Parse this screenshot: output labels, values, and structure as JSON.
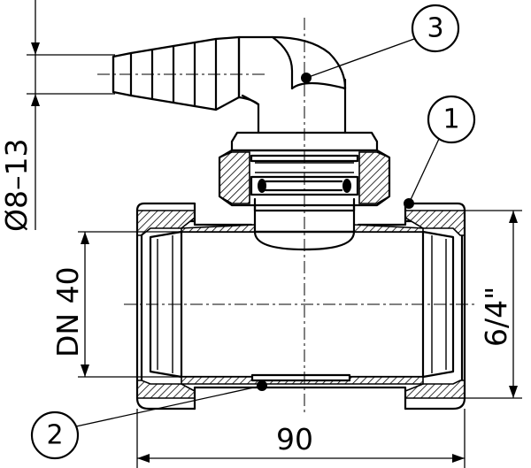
{
  "dimensions": {
    "width": "90",
    "hose_diameter": "Ø8–13",
    "nominal_diameter": "DN 40",
    "thread_size": "6/4\""
  },
  "callouts": [
    {
      "number": "1"
    },
    {
      "number": "2"
    },
    {
      "number": "3"
    }
  ]
}
